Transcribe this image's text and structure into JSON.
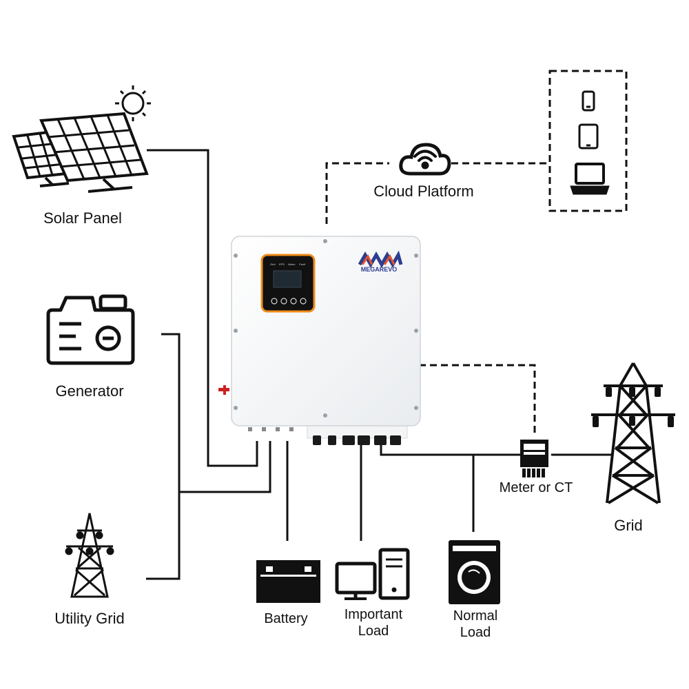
{
  "labels": {
    "solar_panel": "Solar Panel",
    "generator": "Generator",
    "utility_grid": "Utility Grid",
    "cloud_platform": "Cloud Platform",
    "battery": "Battery",
    "important_load_1": "Important",
    "important_load_2": "Load",
    "normal_load_1": "Normal",
    "normal_load_2": "Load",
    "meter": "Meter or CT",
    "grid": "Grid"
  },
  "inverter": {
    "brand": "MEGAREVO",
    "display_indicators": [
      "Grid",
      "EPS",
      "Alarm",
      "Fault"
    ]
  },
  "devices": [
    "phone-icon",
    "tablet-icon",
    "laptop-icon"
  ],
  "colors": {
    "line": "#111111",
    "inverter_body": "#ffffff",
    "display_frame": "#f08c1a",
    "brand_red": "#e8542a",
    "brand_blue": "#2d3e8f",
    "terminal": "#cc2222"
  }
}
